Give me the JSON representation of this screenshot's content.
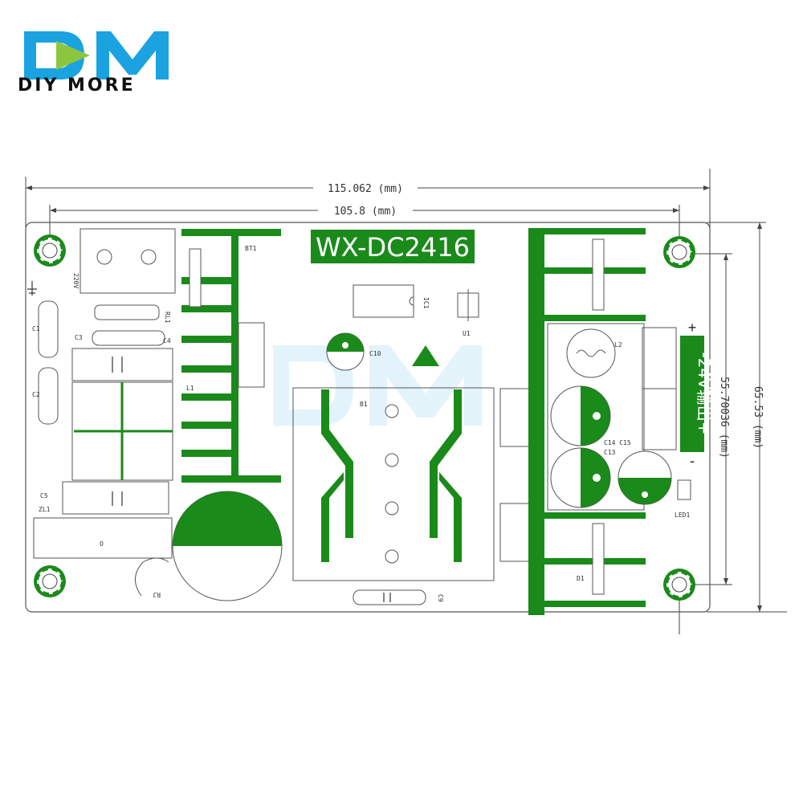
{
  "brand": {
    "name": "DIY MORE",
    "logo_letters": "DM",
    "colors": {
      "blue": "#1aa3e0",
      "green": "#8cc63f"
    }
  },
  "board": {
    "model": "WX-DC2416",
    "output_label": "-24V输出+",
    "pcb_green": "#1a8a1a"
  },
  "dimensions": {
    "overall_width": "115.062 (mm)",
    "hole_width": "105.8 (mm)",
    "hole_height": "55.70036 (mm)",
    "overall_height": "65.53 (mm)"
  },
  "components": {
    "bt1": "BT1",
    "v220": "220V",
    "rl1": "RL1",
    "c1": "C1",
    "c2": "C2",
    "c3": "C3",
    "c4": "C4",
    "l1": "L1",
    "c5": "C5",
    "zl1": "ZL1",
    "o": "O",
    "r1": "RJ",
    "ic1": "IC1",
    "u1": "U1",
    "c10": "C10",
    "b1": "B1",
    "c9": "C9",
    "l2": "L2",
    "c14c15": "C14 C15",
    "c13": "C13",
    "led1": "LED1",
    "d1": "D1",
    "plus": "+",
    "minus": "-"
  }
}
